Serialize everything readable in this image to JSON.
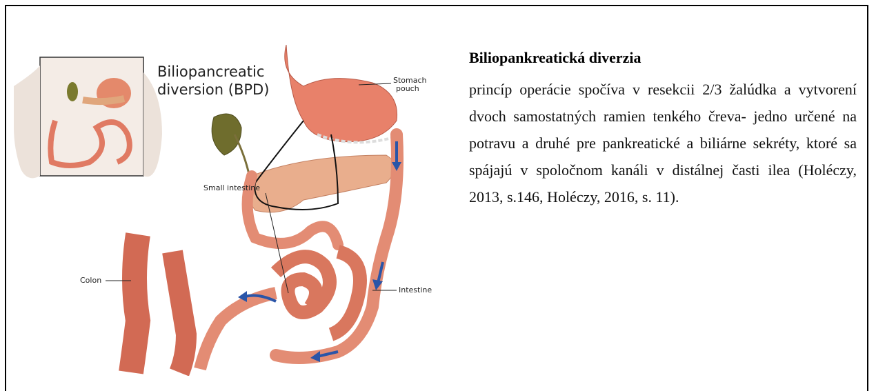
{
  "figure": {
    "title_line1": "Biliopancreatic",
    "title_line2": "diversion (BPD)",
    "label_stomach_line1": "Stomach",
    "label_stomach_line2": "pouch",
    "label_small_intestine": "Small intestine",
    "label_colon": "Colon",
    "label_intestine": "Intestine"
  },
  "text": {
    "heading": "Biliopankreatická diverzia",
    "paragraph": "princíp operácie spočíva v resekcii 2/3 žalúdka a vytvorení dvoch samostatných ramien tenkého čreva- jedno určené na potravu a druhé pre pankreatické a biliárne sekréty, ktoré sa spájajú v spoločnom kanáli v distálnej časti ilea (Holéczy, 2013, s.146, Holéczy, 2016, s. 11)."
  }
}
